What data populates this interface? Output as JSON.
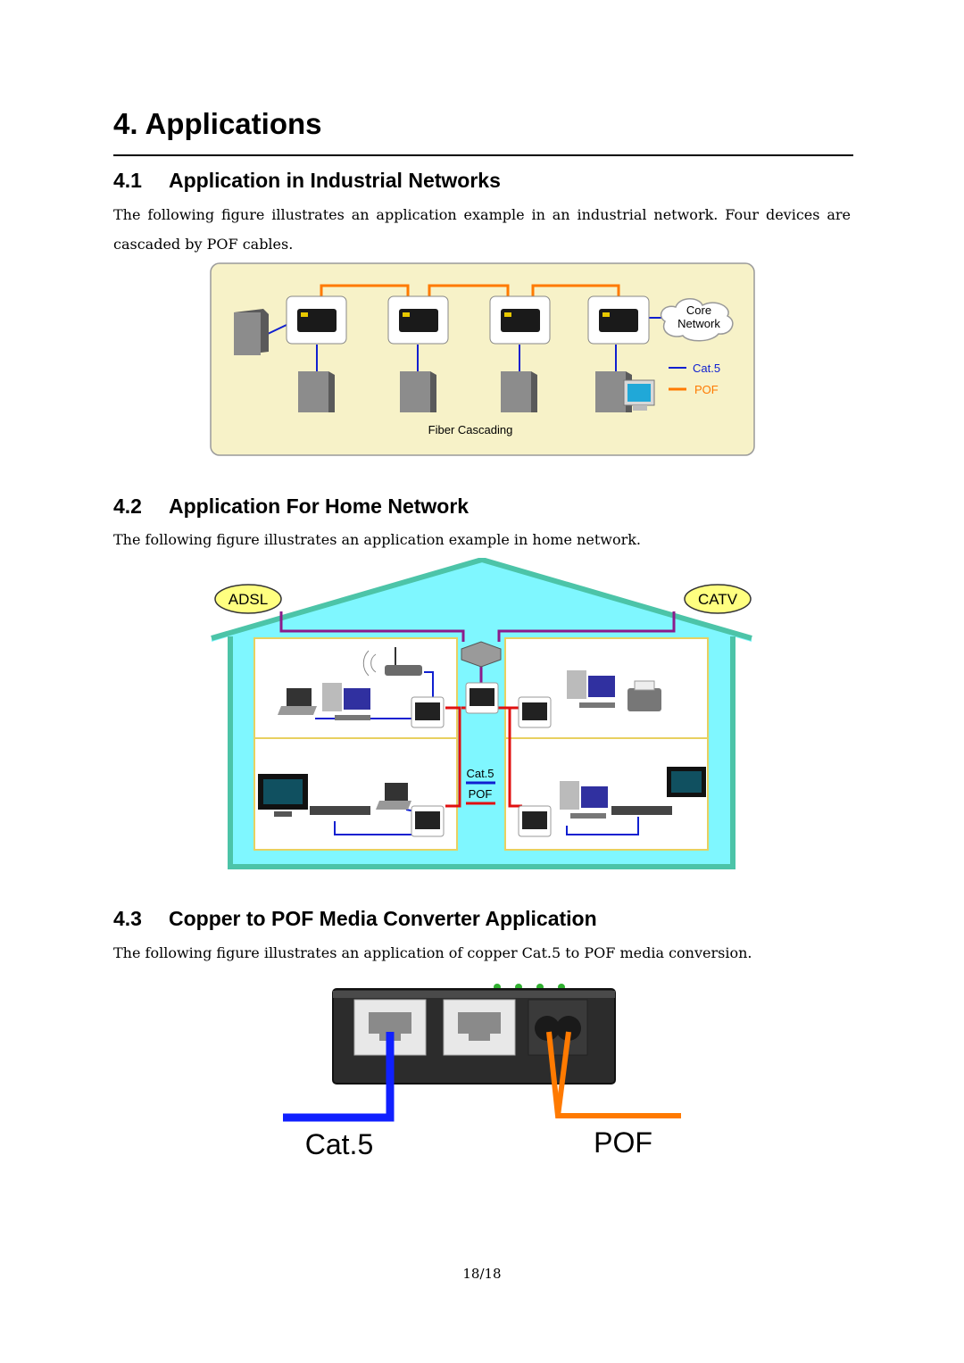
{
  "chapter": {
    "title": "4.  Applications"
  },
  "sections": [
    {
      "number": "4.1",
      "title": "Application in Industrial Networks",
      "text": "The following figure illustrates an application example in an industrial network. Four devices are cascaded by POF cables.",
      "figure": {
        "caption": "Fiber Cascading",
        "cloud_line1": "Core",
        "cloud_line2": "Network",
        "legend_cat5": "Cat.5",
        "legend_pof": "POF"
      }
    },
    {
      "number": "4.2",
      "title": "Application For Home Network",
      "text": "The following figure illustrates an application example in home network.",
      "figure": {
        "adsl": "ADSL",
        "catv": "CATV",
        "legend_cat5": "Cat.5",
        "legend_pof": "POF"
      }
    },
    {
      "number": "4.3",
      "title": "Copper to POF Media Converter Application",
      "text": "The following figure illustrates an application of copper Cat.5 to POF media conversion.",
      "figure": {
        "label_cat5": "Cat.5",
        "label_pof": "POF"
      }
    }
  ],
  "footer": {
    "page": "18/18"
  },
  "colors": {
    "cat5": "#1020d0",
    "pof": "#ff7a00",
    "pof_home": "#e01010",
    "house_fill": "#7ff7ff",
    "house_frame": "#4cc4a8",
    "purple": "#8b1b8b"
  }
}
